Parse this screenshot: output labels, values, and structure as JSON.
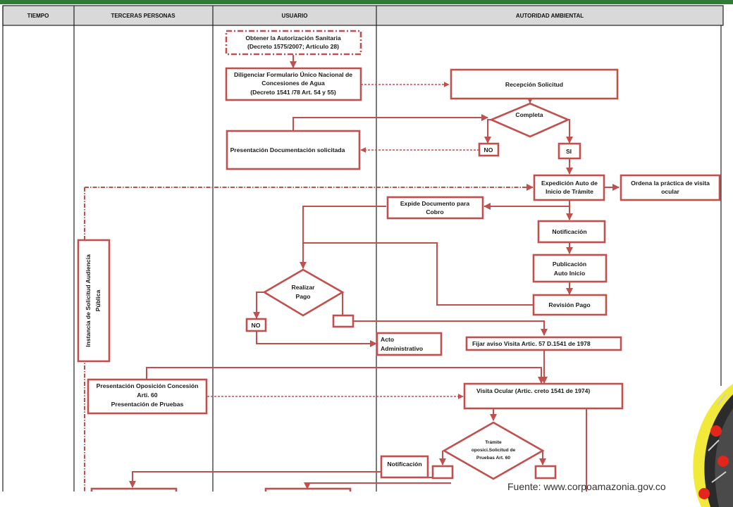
{
  "columns": {
    "tiempo": "TIEMPO",
    "terceras": "TERCERAS PERSONAS",
    "usuario": "USUARIO",
    "autoridad": "AUTORIDAD AMBIENTAL"
  },
  "nodes": {
    "obtener": [
      "Obtener la Autorización Sanitaria",
      "(Decreto 1575/2007; Artículo 28)"
    ],
    "diligenciar": [
      "Diligenciar Formulario Único Nacional de",
      "Concesiones de Agua",
      "(Decreto 1541 /78 Art. 54  y 55)"
    ],
    "recepcion": [
      "Recepción Solicitud"
    ],
    "completa": [
      "Completa"
    ],
    "no1": "NO",
    "si": "SI",
    "presentacion_doc": [
      "Presentación Documentación solicitada"
    ],
    "expedicion_auto": [
      "Expedición Auto de",
      "Inicio de Trámite"
    ],
    "ordena_visita": [
      "Ordena la práctica de visita",
      "ocular"
    ],
    "expide_doc": [
      "Expide Documento para",
      "Cobro"
    ],
    "notificacion1": [
      "Notificación"
    ],
    "publicacion": [
      "Publicación",
      "Auto Inicio"
    ],
    "realizar_pago": [
      "Realizar",
      "Pago"
    ],
    "revision_pago": [
      "Revisión Pago"
    ],
    "no2": "NO",
    "acto_admin": [
      "Acto",
      "Administrativo"
    ],
    "fijar_aviso": [
      "Fijar aviso Visita Artic. 57 D.1541 de 1978"
    ],
    "instancia": [
      "Instancia de Solicitud Audiencia",
      "Pública"
    ],
    "presentacion_oposicion": [
      "Presentación Oposición Concesión",
      "Arti. 60",
      "Presentación de Pruebas"
    ],
    "visita_ocular": [
      "Visita Ocular (Artic.       creto 1541 de 1974)"
    ],
    "tramite_oposicion": [
      "Trámite",
      "oposici.Solicitud de",
      "Pruebas Art. 60"
    ],
    "notificacion2": [
      "Notificación"
    ]
  },
  "footer": "Fuente: www.corpoamazonia.gov.co",
  "colors": {
    "accent": "#c0504d",
    "header_fill": "#d9d9d9",
    "top_bar": "#2e7d32"
  }
}
